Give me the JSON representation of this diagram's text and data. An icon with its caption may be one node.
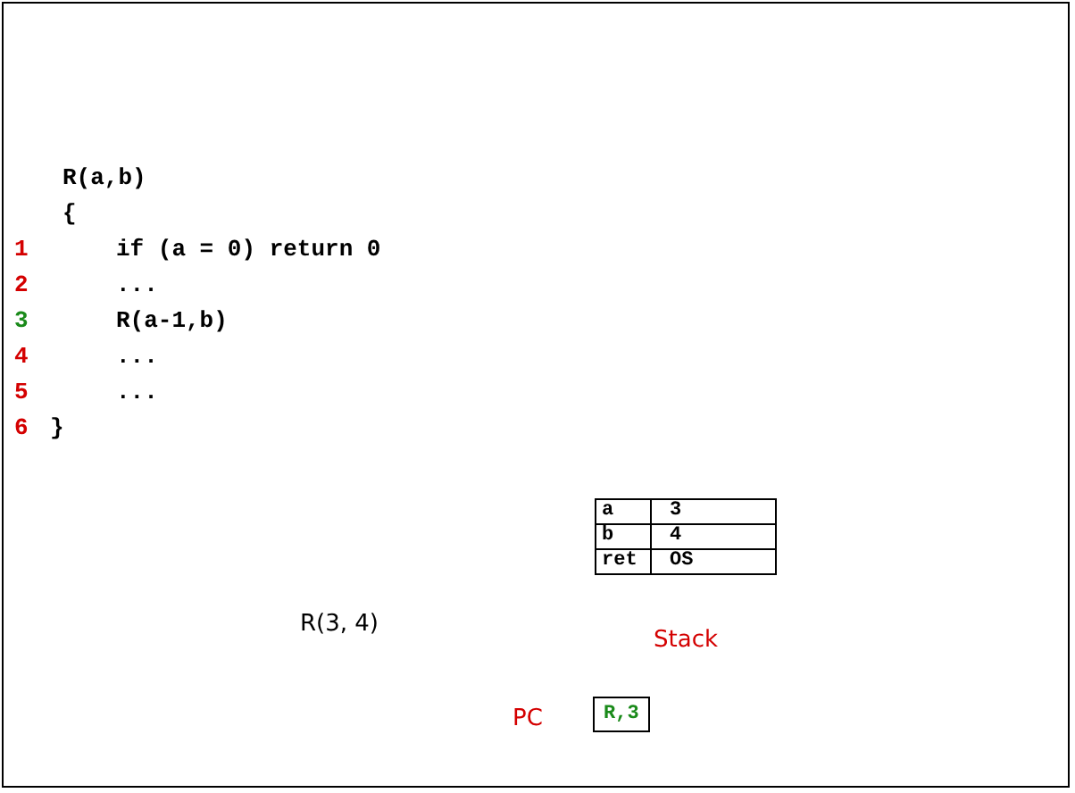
{
  "diagram": {
    "nodes": [
      {
        "text": [
          "R,3"
        ]
      }
    ],
    "labels": [
      "R(a,b)",
      "{",
      "1",
      "if (a = 0) return 0",
      "2",
      "...",
      "3",
      "R(a-1,b)",
      "4",
      "...",
      "5",
      "...",
      "6",
      "}",
      "a",
      "3",
      "b",
      "4",
      "ret",
      "OS",
      "R(3, 4)",
      "Stack",
      "PC"
    ]
  }
}
